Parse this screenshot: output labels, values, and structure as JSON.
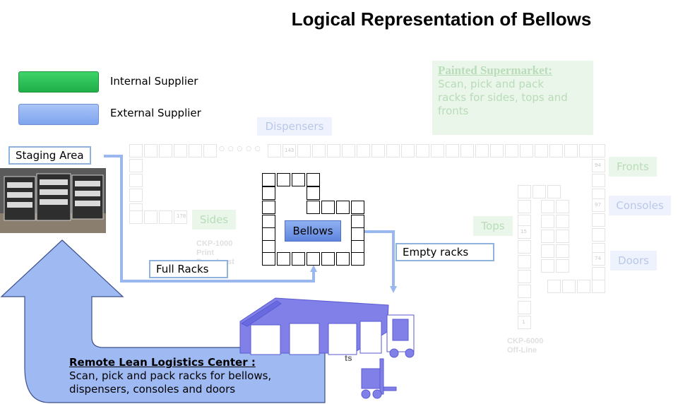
{
  "title": "Logical Representation of Bellows",
  "legend": [
    {
      "label": "Internal Supplier",
      "color": "#2cc454"
    },
    {
      "label": "External Supplier",
      "color": "#8fb0f0"
    }
  ],
  "labels": {
    "staging_area": "Staging Area",
    "full_racks": "Full  Racks",
    "empty_racks": "Empty racks",
    "bellows": "Bellows"
  },
  "remote_center": {
    "title": "Remote Lean Logistics Center :",
    "line1": "Scan, pick and pack racks for  bellows,",
    "line2": "dispensers, consoles and doors"
  },
  "background": {
    "painted_supermarket_title": "Painted Supermarket:",
    "painted_supermarket_l1": "Scan, pick and pack",
    "painted_supermarket_l2": "racks for sides, tops and",
    "painted_supermarket_l3": "fronts",
    "dispensers": "Dispensers",
    "sides": "Sides",
    "tops": "Tops",
    "fronts": "Fronts",
    "consoles": "Consoles",
    "doors": "Doors",
    "ckp1000_l1": "CKP-1000",
    "ckp1000_l2": "Print",
    "ckp1000_l3": "Broadcast",
    "ckp6000_l1": "CKP-6000",
    "ckp6000_l2": "Off-Line",
    "cut_text": "ts",
    "dots": "○ ○ ○ ○ ○",
    "n143": "143",
    "n178": "178",
    "n94": "94",
    "n97": "97",
    "n15": "15",
    "n74": "74",
    "n1": "1"
  },
  "icons": {
    "warehouse": "warehouse-truck-icon",
    "forklift": "forklift-icon",
    "photo": "rack-carts-photo"
  },
  "colors": {
    "flow_arrow": "#9ab7ee",
    "big_arrow_fill": "#9fbaf3",
    "warehouse": "#8080e8"
  }
}
